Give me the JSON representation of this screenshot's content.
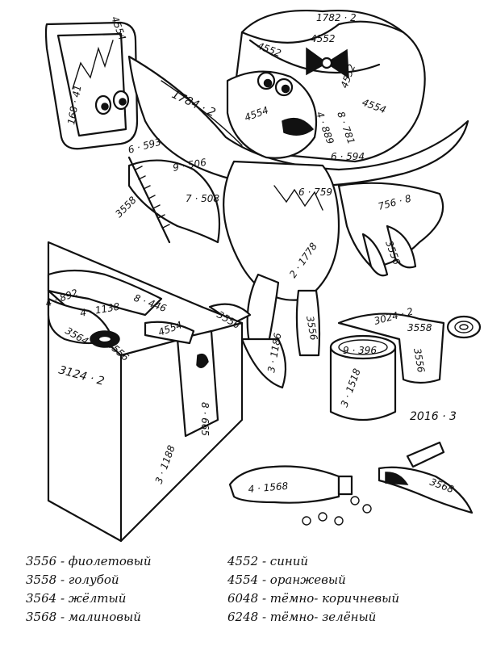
{
  "legend": [
    {
      "code": "3556",
      "sep": " - ",
      "color": "фиолетовый"
    },
    {
      "code": "3558",
      "sep": " - ",
      "color": "голубой"
    },
    {
      "code": "3564",
      "sep": " - ",
      "color": "жёлтый"
    },
    {
      "code": "3568",
      "sep": " - ",
      "color": "малиновый"
    },
    {
      "code": "4552",
      "sep": " - ",
      "color": "синий"
    },
    {
      "code": "4554",
      "sep": " - ",
      "color": "оранжевый"
    },
    {
      "code": "6048",
      "sep": " - ",
      "color": "тёмно- коричневый"
    },
    {
      "code": "6248",
      "sep": " - ",
      "color": "тёмно- зелёный"
    }
  ],
  "regions": {
    "hat_top": "1782 · 2",
    "hat_band_left": "4552",
    "hat_bow": "4552",
    "hat_band_right": "4552",
    "hat_band_far": "4554",
    "hat_left_band": "4554",
    "hat_brim": "1784 · 2",
    "hat_mid": "4 · 889",
    "hat_mid2": "8 · 781",
    "brim_right": "6 · 594",
    "mirror_top": "4554",
    "mirror_side": "168 · 41",
    "scarf": "6 · 593",
    "scarf_low": "9 · 506",
    "wing_left": "7 · 508",
    "wand": "3558",
    "chest": "6 · 759",
    "wing_right": "756 · 8",
    "wing_tip": "3556",
    "leg": "2 · 1778",
    "basket_a": "4 · 892",
    "basket_b": "4 · 1138",
    "basket_c": "8 · 446",
    "basket_d": "4554",
    "basket_e": "3564",
    "basket_f": "3556",
    "basket_g": "3556",
    "box_left": "3124 · 2",
    "box_front": "3 · 1188",
    "tag": "8 · 665",
    "foot_left": "3 · 1186",
    "foot_right": "3556",
    "can_top": "9 · 396",
    "can_side": "3 · 1518",
    "roll_top": "3024 · 2",
    "roll_mid": "3558",
    "roll_side": "3556",
    "floor_num": "2016 · 3",
    "tube": "4 · 1568",
    "shoe": "3568"
  }
}
